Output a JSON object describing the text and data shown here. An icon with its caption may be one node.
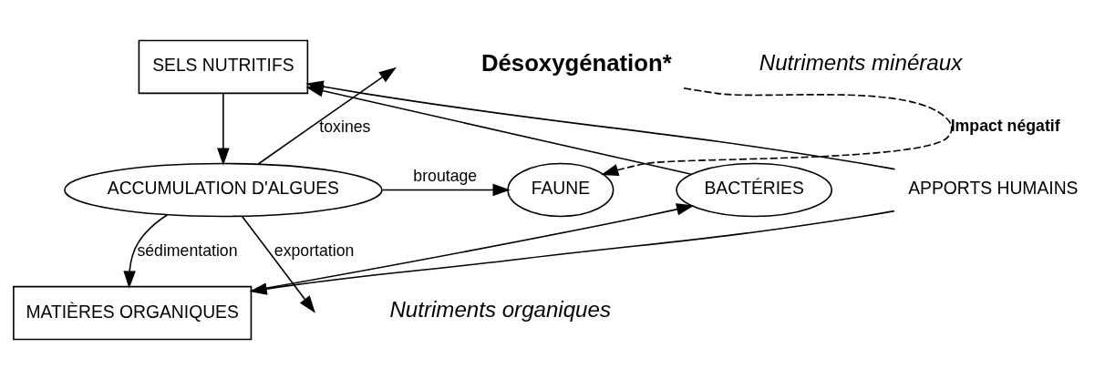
{
  "diagram": {
    "nodes": [
      {
        "text": [
          "SELS NUTRITIFS"
        ]
      },
      {
        "text": [
          "BACTÉRIES"
        ]
      },
      {
        "text": [
          "ACCUMULATION D'ALGUES"
        ]
      },
      {
        "text": [
          "FAUNE"
        ]
      },
      {
        "text": [
          "MATIÈRES ORGANIQUES"
        ]
      },
      {
        "text": [
          "APPORTS HUMAINS"
        ]
      },
      {
        "text": [
          "Désoxygénation*"
        ]
      }
    ],
    "edges": [
      {
        "from": 1,
        "to": 0,
        "arrow": "to"
      },
      {
        "from": 0,
        "to": 2,
        "arrow": "to"
      },
      {
        "from": 2,
        "to": 3,
        "arrow": "to",
        "label": "broutage"
      },
      {
        "from": 2,
        "to": null,
        "arrow": "to",
        "label": "toxines"
      },
      {
        "from": 2,
        "to": 4,
        "arrow": "to",
        "label": "sédimentation"
      },
      {
        "from": 4,
        "to": 1,
        "arrow": "to"
      },
      {
        "from": 5,
        "to": 0,
        "arrow": "to"
      },
      {
        "from": 5,
        "to": 4,
        "arrow": "to"
      },
      {
        "from": 2,
        "to": null,
        "arrow": "to",
        "label": "exportation"
      },
      {
        "from": 6,
        "to": 3,
        "arrow": "to",
        "label": "Impact négatif",
        "style": "dashed"
      }
    ],
    "labels": [
      "Nutriments minéraux",
      "Nutriments organiques"
    ]
  }
}
